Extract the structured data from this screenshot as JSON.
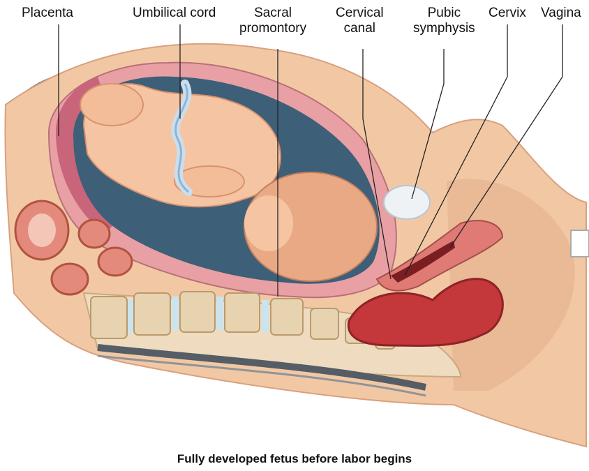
{
  "labels": {
    "placenta": "Placenta",
    "umbilical_cord": "Umbilical cord",
    "sacral_promontory": [
      "Sacral",
      "promontory"
    ],
    "cervical_canal": [
      "Cervical",
      "canal"
    ],
    "pubic_symphysis": [
      "Pubic",
      "symphysis"
    ],
    "cervix": "Cervix",
    "vagina": "Vagina"
  },
  "caption": "Fully developed fetus before labor begins",
  "colors": {
    "skin": "#f2c8a4",
    "skin_shadow": "#e3a987",
    "uterus_wall": "#e8a0a4",
    "placenta": "#c9657a",
    "amniotic_cavity": "#3e5f78",
    "fetus": "#f5c5a3",
    "fetus_shadow": "#d9926d",
    "abdomen_dark": "#0f4d44",
    "bone": "#e8d3b1",
    "disc": "#c9e4ef",
    "rectum": "#c4373b",
    "spinal_cord": "#555d66"
  }
}
